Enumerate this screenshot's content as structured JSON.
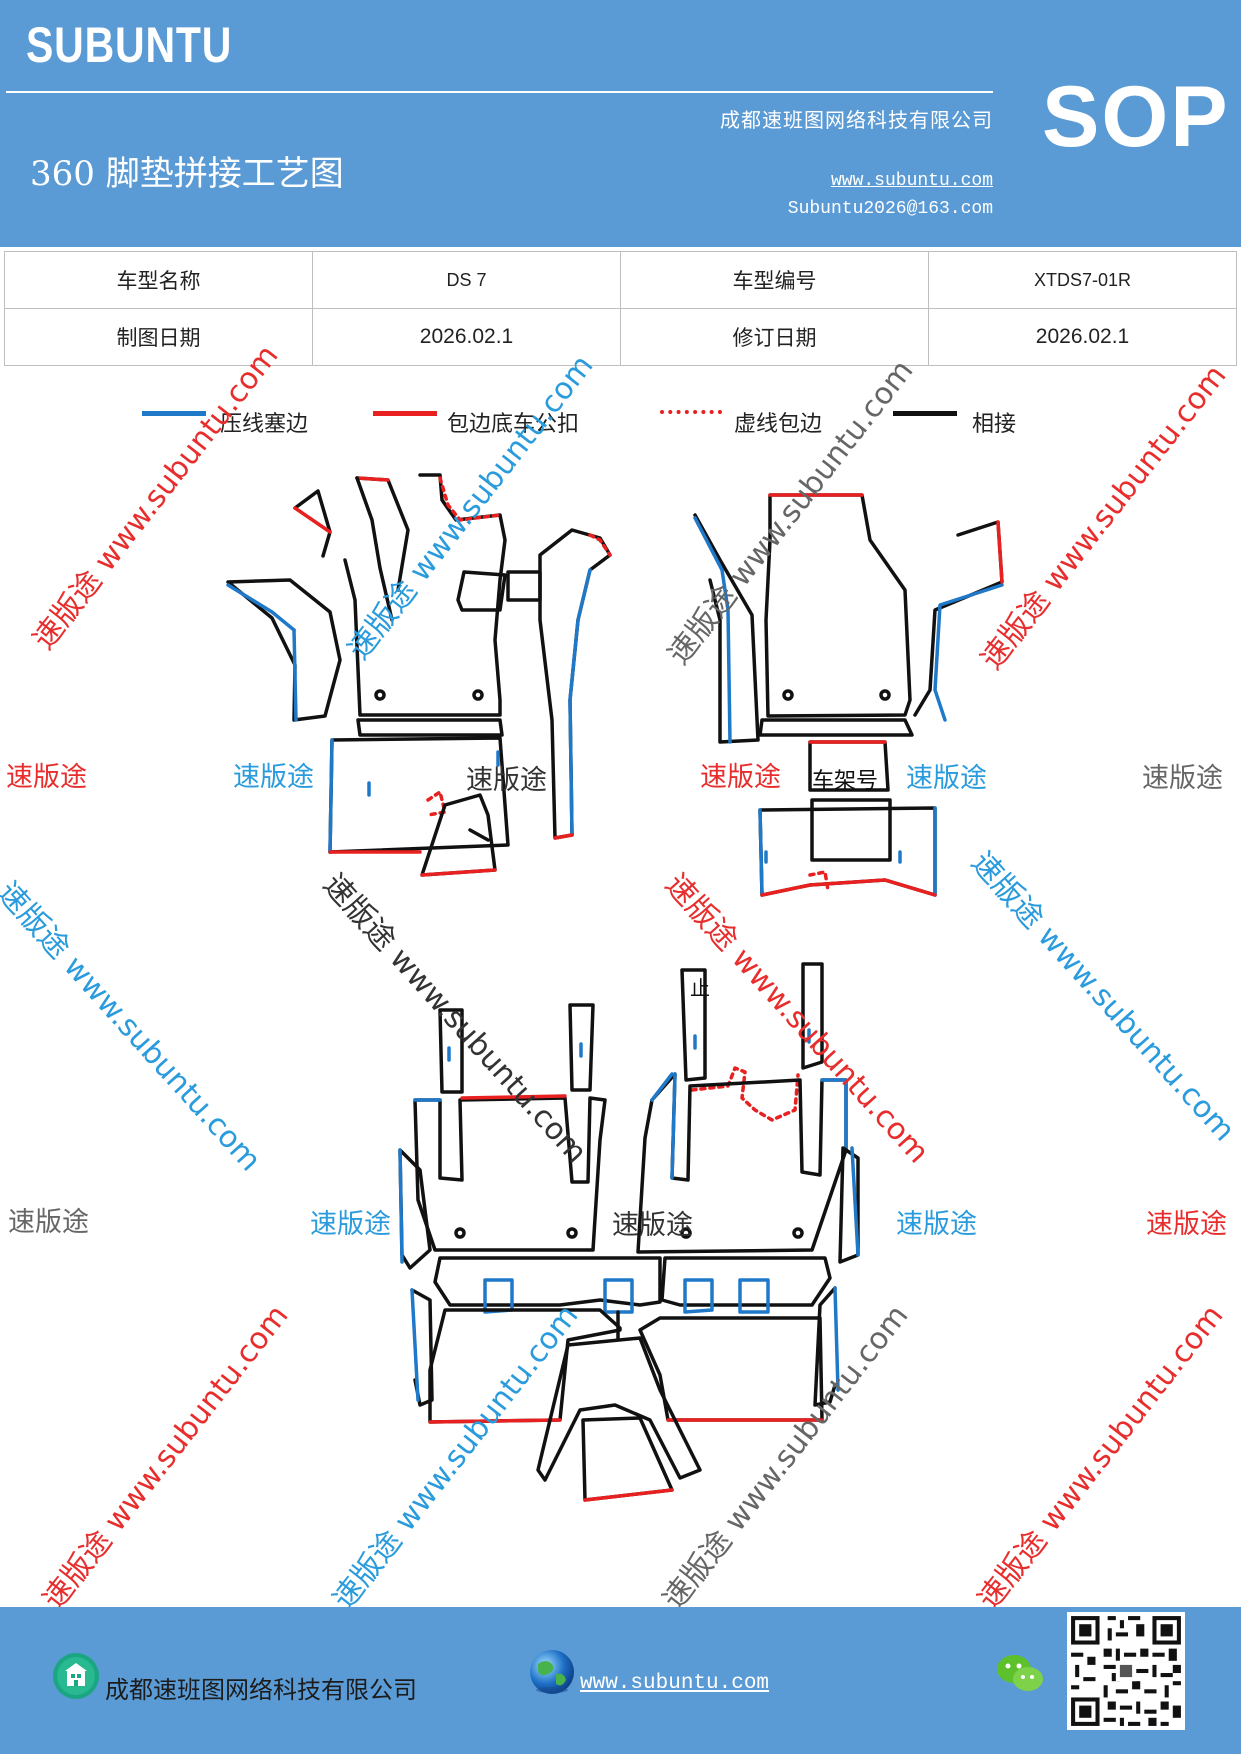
{
  "header": {
    "brand": "SUBUNTU",
    "doc_code": "SOP",
    "title": "360 脚垫拼接工艺图",
    "company": "成都速班图网络科技有限公司",
    "url": "www.subuntu.com",
    "email": "Subuntu2026@163.com"
  },
  "info_table": {
    "model_name_label": "车型名称",
    "model_name": "DS 7",
    "model_code_label": "车型编号",
    "model_code": "XTDS7-01R",
    "draw_date_label": "制图日期",
    "draw_date": "2026.02.1",
    "revise_date_label": "修订日期",
    "revise_date": "2026.02.1"
  },
  "legend": [
    {
      "label": "压线塞边",
      "color": "#1f78c8",
      "style": "solid"
    },
    {
      "label": "包边底车公扣",
      "color": "#e82020",
      "style": "solid"
    },
    {
      "label": "虚线包边",
      "color": "#e82020",
      "style": "dotted"
    },
    {
      "label": "相接",
      "color": "#111111",
      "style": "solid"
    }
  ],
  "diagram_labels": {
    "frame_no": "车架号",
    "stop": "止"
  },
  "watermarks": {
    "brand_cn": "速版途",
    "brand_url": "速版途 www.subuntu.com"
  },
  "footer": {
    "company": "成都速班图网络科技有限公司",
    "url": "www.subuntu.com"
  },
  "colors": {
    "header_bg": "#5b9bd5",
    "blue_edge": "#1f78c8",
    "red_edge": "#e82020",
    "black_edge": "#111111"
  }
}
